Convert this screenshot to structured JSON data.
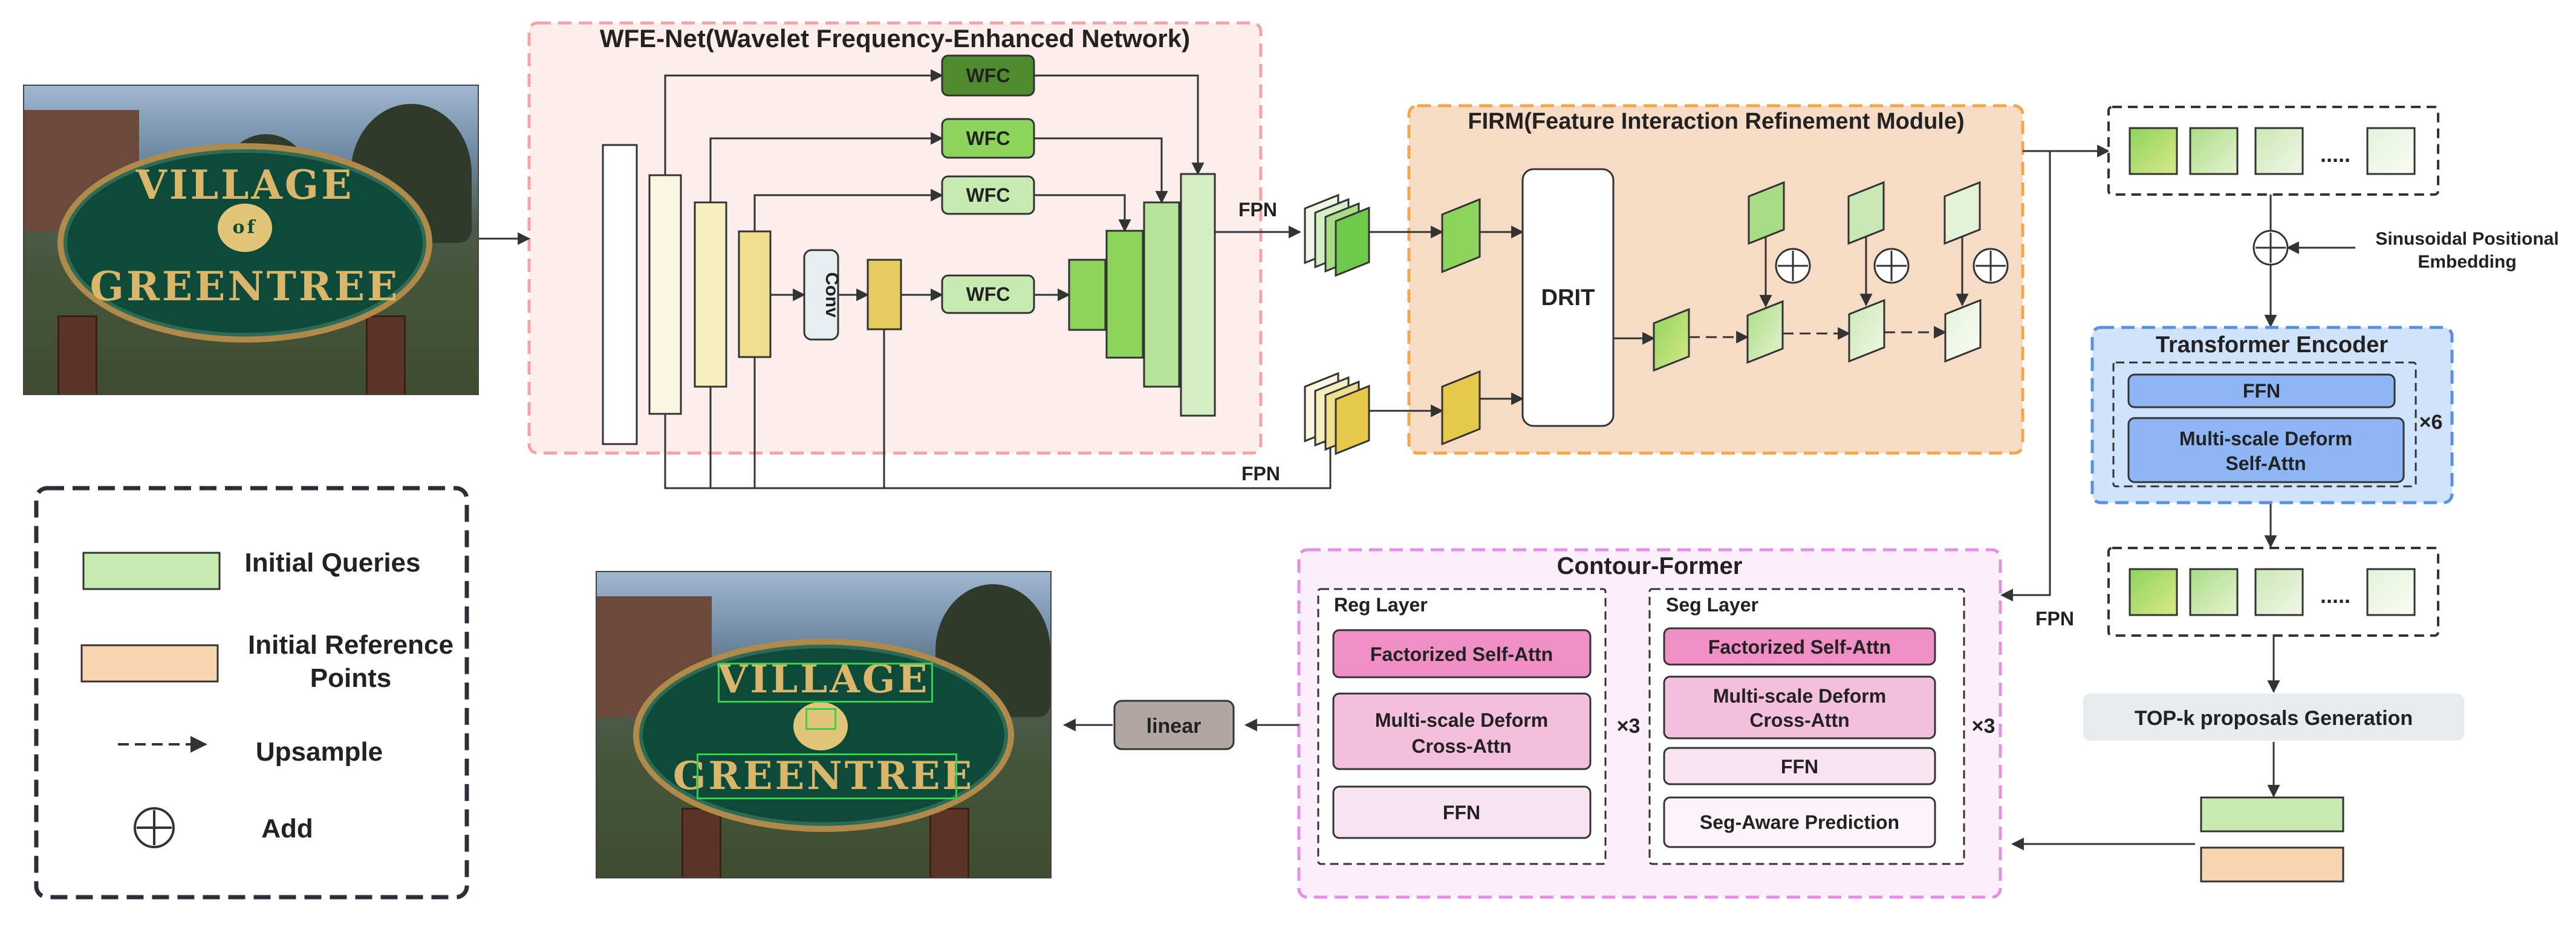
{
  "wfe_net": {
    "title": "WFE-Net(Wavelet Frequency-Enhanced Network)",
    "wfc_label": "WFC",
    "conv_label": "Conv"
  },
  "fpn_label": "FPN",
  "firm": {
    "title": "FIRM(Feature Interaction Refinement Module)",
    "drit_label": "DRIT"
  },
  "positional_embedding": {
    "line1": "Sinusoidal Positional",
    "line2": "Embedding"
  },
  "query_sequence_dots": ".....",
  "transformer_encoder": {
    "title": "Transformer Encoder",
    "ffn": "FFN",
    "attn_line1": "Multi-scale Deform",
    "attn_line2": "Self-Attn",
    "repeat": "×6"
  },
  "topk": "TOP-k proposals Generation",
  "contour_former": {
    "title": "Contour-Former",
    "reg_layer": {
      "title": "Reg Layer",
      "factorized": "Factorized Self-Attn",
      "cross_line1": "Multi-scale Deform",
      "cross_line2": "Cross-Attn",
      "ffn": "FFN",
      "repeat": "×3"
    },
    "seg_layer": {
      "title": "Seg Layer",
      "factorized": "Factorized Self-Attn",
      "cross_line1": "Multi-scale Deform",
      "cross_line2": "Cross-Attn",
      "ffn": "FFN",
      "seg_pred": "Seg-Aware Prediction",
      "repeat": "×3"
    }
  },
  "linear_label": "linear",
  "legend": {
    "queries": "Initial Queries",
    "ref_line1": "Initial Reference",
    "ref_line2": "Points",
    "upsample": "Upsample",
    "add": "Add"
  },
  "input_image": {
    "line1": "VILLAGE",
    "line2": "of",
    "line3": "GREENTREE"
  },
  "output_image": {
    "line1": "VILLAGE",
    "line2": "GREENTREE"
  },
  "colors": {
    "wfe_bg": "#fdeeee",
    "wfe_border": "#f2a3a3",
    "firm_bg": "#f6dcc4",
    "firm_border": "#f1a64a",
    "encoder_bg": "#cfe3fb",
    "encoder_border": "#5b8fe0",
    "encoder_block": "#8eb6f5",
    "contour_bg": "#fdeefb",
    "contour_border": "#e48ee8",
    "pink_dark": "#f08fc6",
    "pink_mid": "#f3bfdc",
    "pink_light": "#f9e3f0",
    "green_query": "#c7eab0",
    "ref_points": "#f8d3b0"
  }
}
